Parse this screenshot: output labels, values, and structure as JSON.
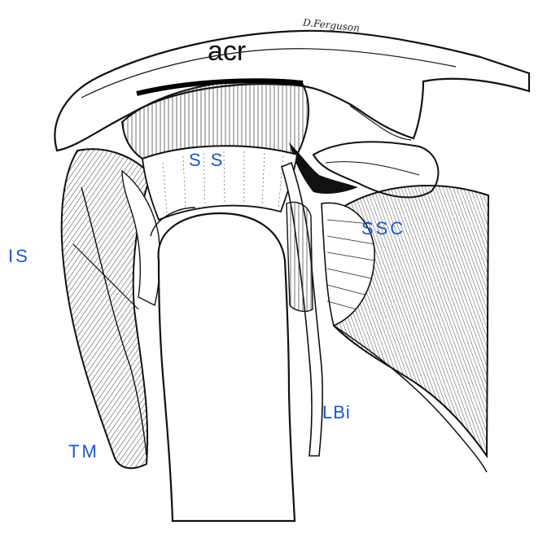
{
  "labels": {
    "acromion": "acr",
    "supraspinatus": "S S",
    "subscapularis": "SSC",
    "infraspinatus": "IS",
    "teres_minor": "TM",
    "long_head_biceps": "LBi"
  },
  "signature": "D.Ferguson",
  "colors": {
    "ink": "#111111",
    "label_blue": "#1f56c7",
    "background": "#ffffff"
  }
}
